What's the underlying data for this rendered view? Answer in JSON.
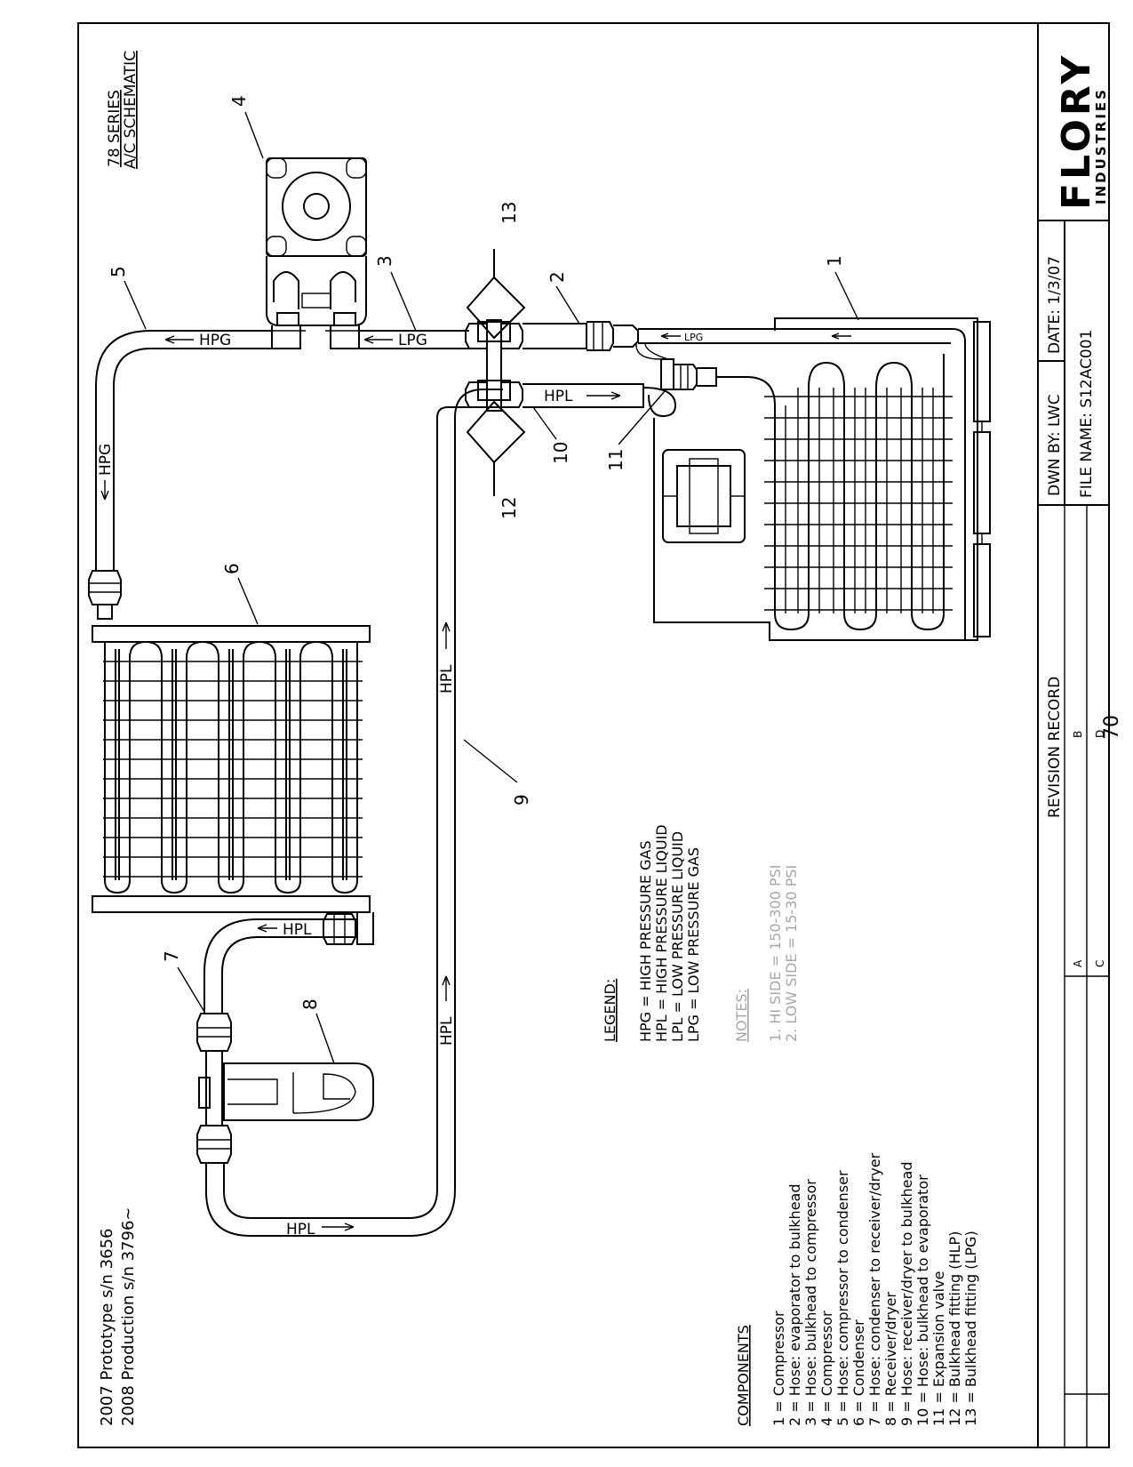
{
  "title": {
    "line1": "78 SERIES",
    "line2": "A/C SCHEMATIC"
  },
  "serials": {
    "prototype": "2007 Prototype s/n 3656",
    "production": "2008 Production s/n 3796~"
  },
  "flow_labels": {
    "hpg": "HPG",
    "lpg": "LPG",
    "hpl": "HPL"
  },
  "part_numbers": [
    "1",
    "2",
    "3",
    "4",
    "5",
    "6",
    "7",
    "8",
    "9",
    "10",
    "11",
    "12",
    "13"
  ],
  "components": {
    "heading": "COMPONENTS",
    "items": [
      "1  =  Compressor",
      "2  =  Hose: evaporator to bulkhead",
      "3  =  Hose: bulkhead to compressor",
      "4  =  Compressor",
      "5  =  Hose: compressor to condenser",
      "6  =  Condenser",
      "7  =  Hose: condenser to receiver/dryer",
      "8  =  Receiver/dryer",
      "9  =  Hose: receiver/dryer to bulkhead",
      "10  =  Hose: bulkhead to evaporator",
      "11  =  Expansion valve",
      "12  =  Bulkhead fitting (HLP)",
      "13  =  Bulkhead fitting (LPG)"
    ]
  },
  "legend": {
    "heading": "LEGEND:",
    "items": [
      "HPG  =  HIGH  PRESSURE  GAS",
      "HPL  =  HIGH  PRESSURE  LIQUID",
      "LPL  =  LOW  PRESSURE  LIQUID",
      "LPG  =  LOW  PRESSURE  GAS"
    ]
  },
  "notes": {
    "heading": "NOTES:",
    "items": [
      "1. HI  SIDE  =  150-300  PSI",
      "2. LOW  SIDE  =  15-30  PSI"
    ]
  },
  "title_block": {
    "company": "FLORY",
    "company_sub": "INDUSTRIES",
    "drawn_by": "DWN  BY:  LWC",
    "date": "DATE:  1/3/07",
    "file_name": "FILE  NAME:  S12AC001",
    "revision_record": "REVISION  RECORD",
    "rev_a": "A",
    "rev_b": "B",
    "rev_c": "C",
    "rev_d": "D",
    "page_number": "70"
  }
}
